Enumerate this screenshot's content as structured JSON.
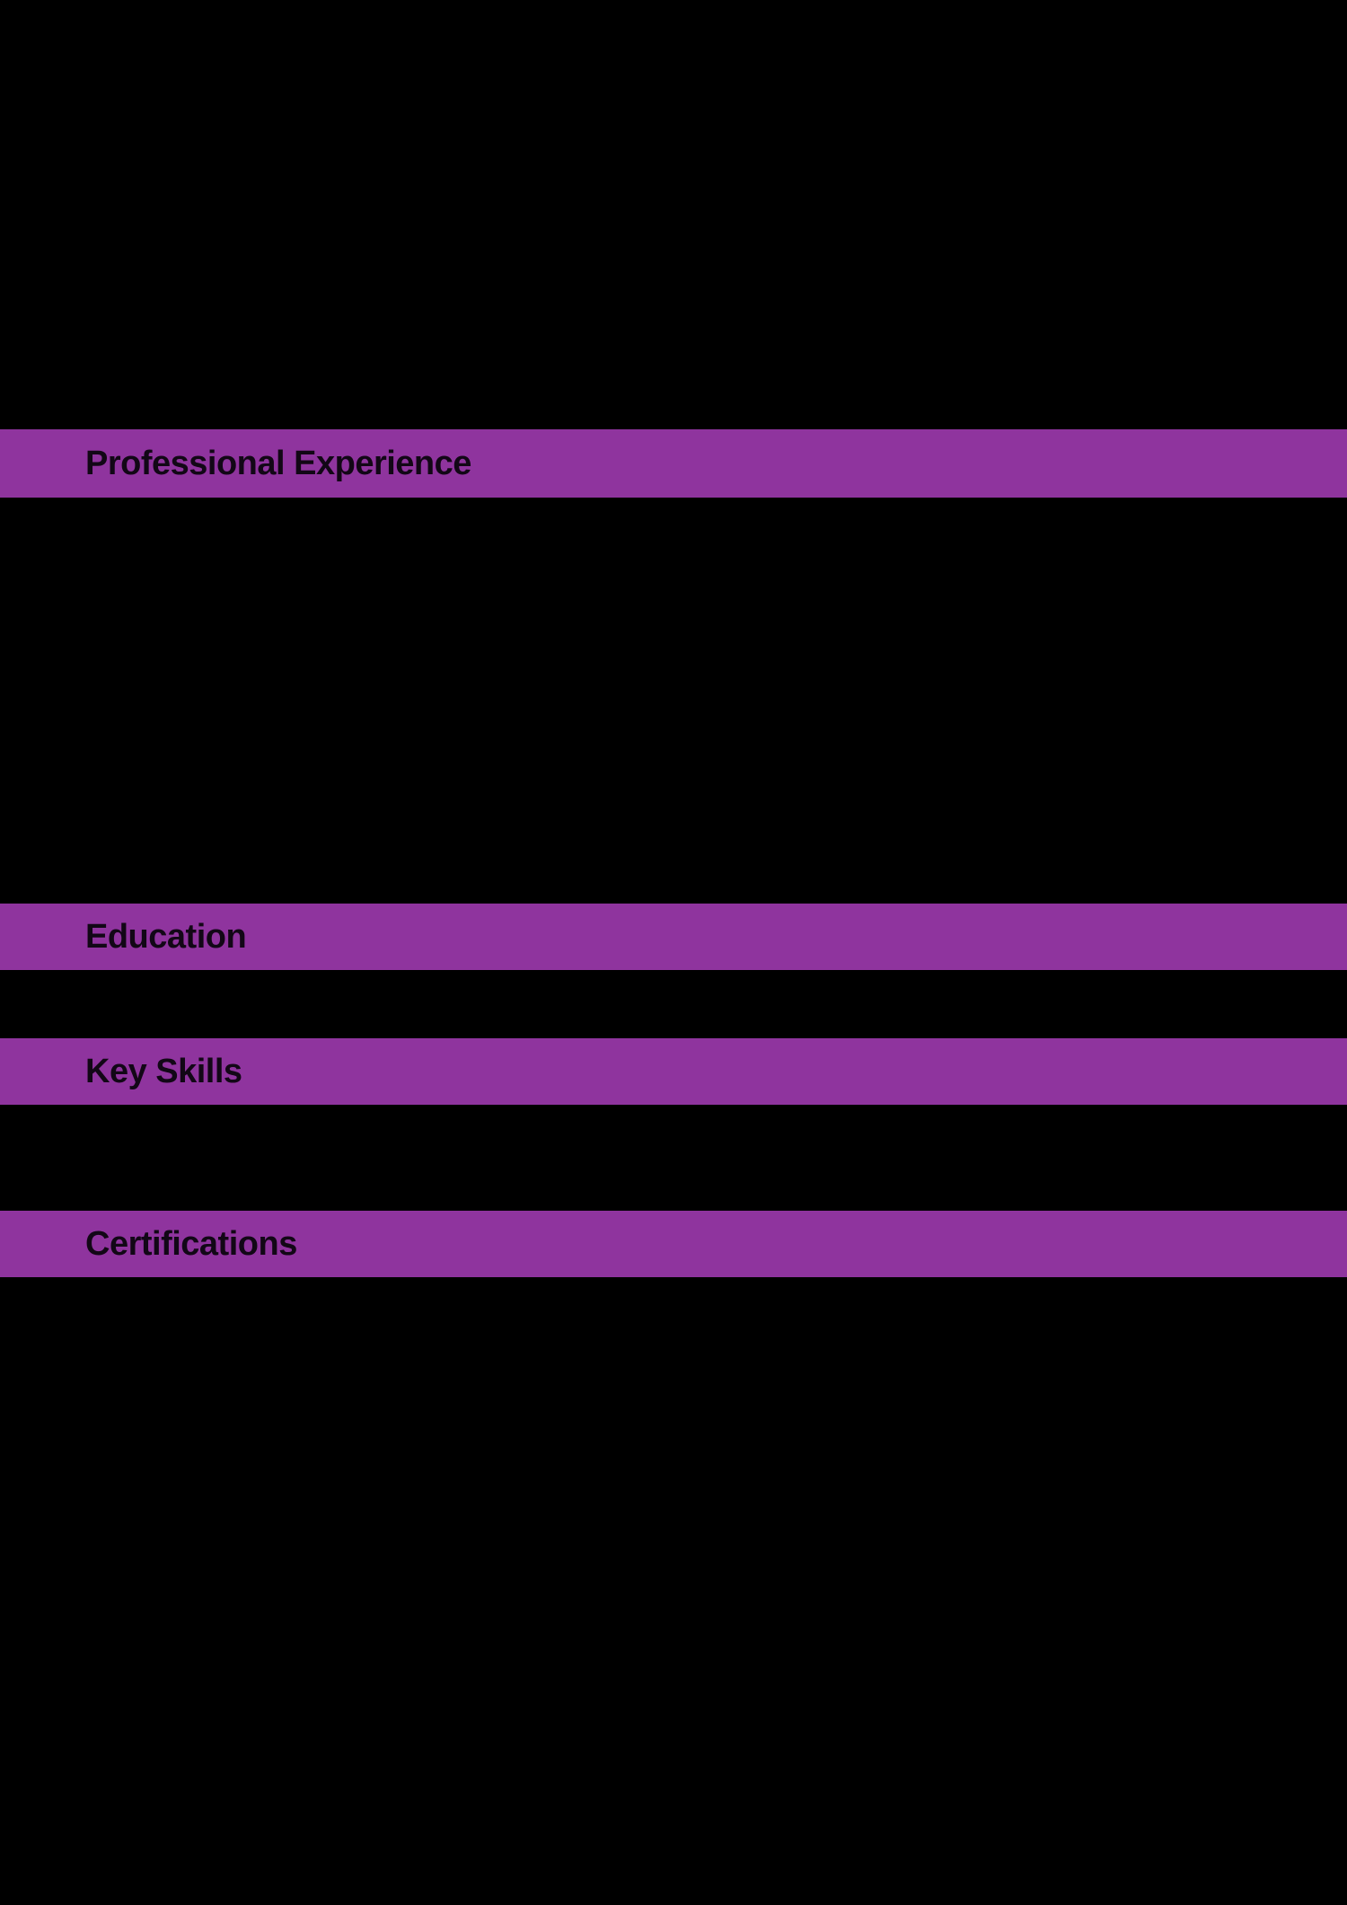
{
  "page": {
    "background_color": "#000000",
    "accent_color": "#8F349E",
    "section_title_color": "#120716"
  },
  "sections": {
    "professional_experience": {
      "label": "Professional Experience"
    },
    "education": {
      "label": "Education"
    },
    "key_skills": {
      "label": "Key Skills"
    },
    "certifications": {
      "label": "Certifications"
    }
  }
}
